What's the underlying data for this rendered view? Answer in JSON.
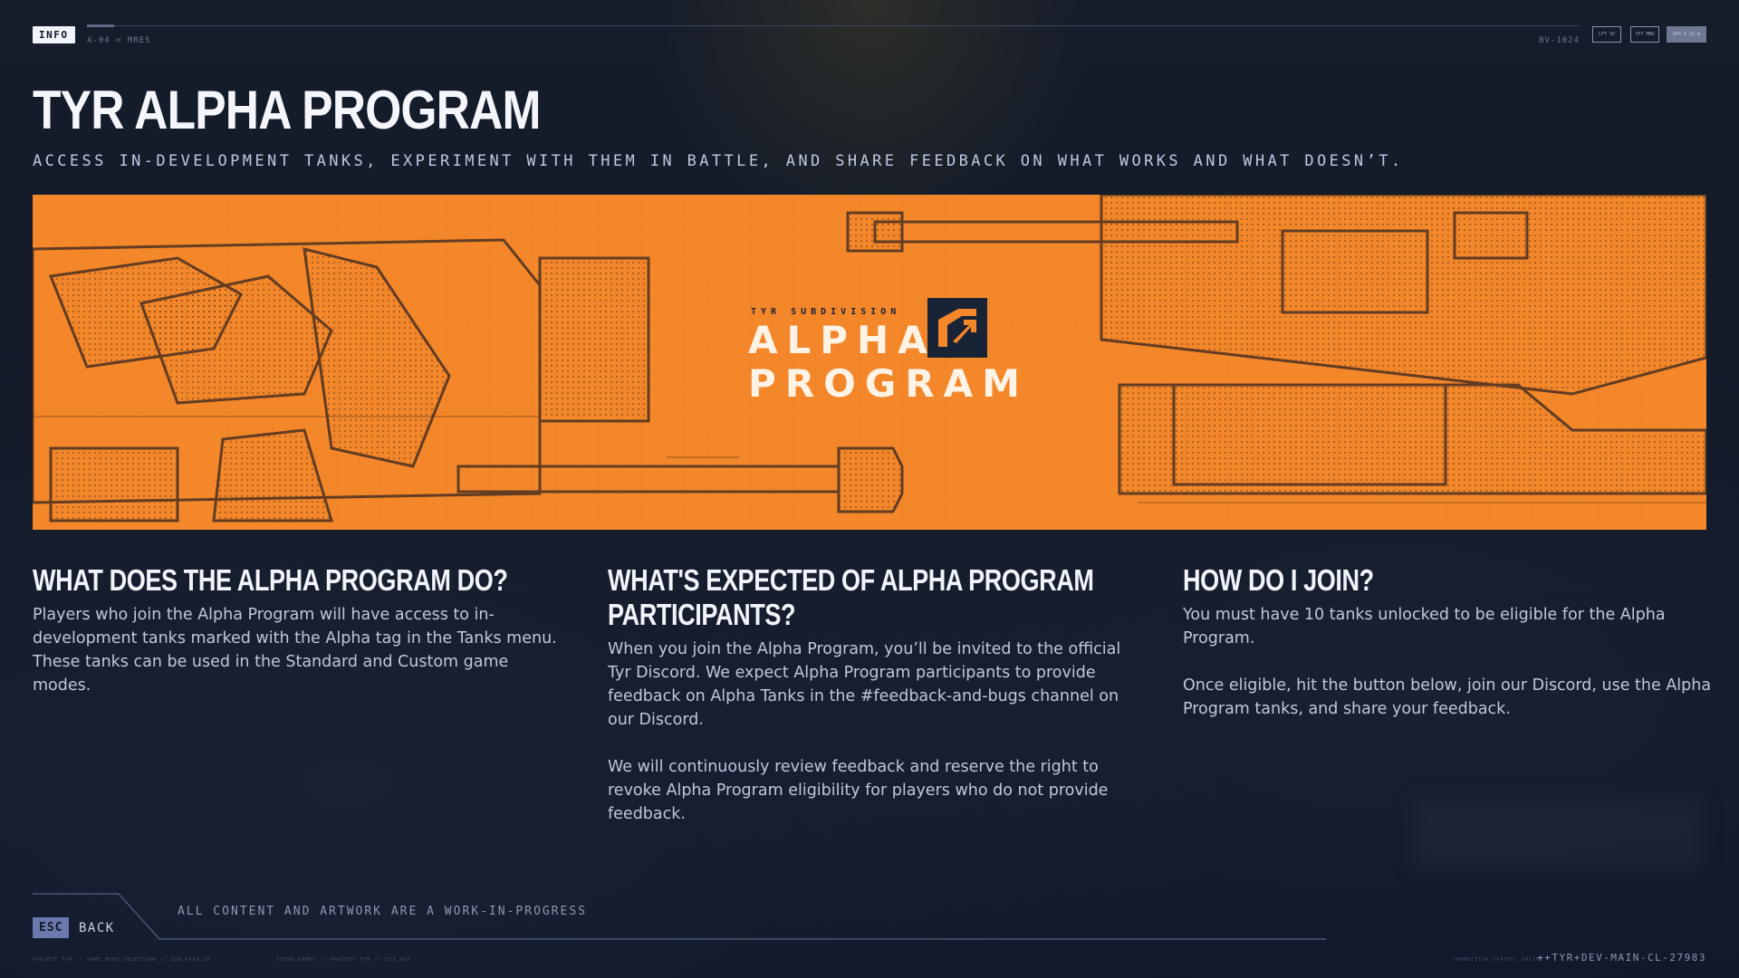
{
  "topbar": {
    "info_tag": "INFO",
    "breadcrumb": "X-04 < MRES",
    "build_id": "BV-1024",
    "btn1": "LFT SE",
    "btn2": "SFT MNU",
    "btn3": "GPS 0 22.4"
  },
  "page": {
    "title": "TYR ALPHA PROGRAM",
    "subtitle": "ACCESS IN-DEVELOPMENT TANKS, EXPERIMENT WITH THEM IN BATTLE, AND SHARE FEEDBACK ON WHAT WORKS AND WHAT DOESN’T."
  },
  "banner": {
    "subdivision": "TYR SUBDIVISION",
    "alpha": "ALPHA",
    "program": "PROGRAM"
  },
  "columns": [
    {
      "heading": "WHAT DOES THE ALPHA PROGRAM DO?",
      "paragraphs": [
        "Players who join the Alpha Program will have access to in-development tanks marked with the Alpha tag in the Tanks menu. These tanks can be used in the Standard and Custom game modes."
      ]
    },
    {
      "heading": "WHAT'S EXPECTED OF ALPHA PROGRAM PARTICIPANTS?",
      "paragraphs": [
        "When you join the Alpha Program, you’ll be invited to the official Tyr Discord. We expect Alpha Program participants to provide feedback on Alpha Tanks in the #feedback-and-bugs channel on our Discord.",
        "We will continuously review feedback and reserve the right to revoke Alpha Program eligibility for players who do not provide feedback."
      ]
    },
    {
      "heading": "HOW DO I JOIN?",
      "paragraphs": [
        "You must have 10 tanks unlocked to be eligible for the Alpha Program.",
        "Once eligible, hit the button below, join our Discord, use the Alpha Program tanks, and share your feedback."
      ]
    }
  ],
  "footer": {
    "wip_notice": "ALL CONTENT AND ARTWORK ARE A WORK-IN-PROGRESS",
    "esc_key": "ESC",
    "back_label": "BACK",
    "small_left": "PROJECT TYR -- GAME MODE SELECTION // 328.4889.28",
    "small_mid": "STORE GAMES // PROJECT TYR // 333.489",
    "connection": "CONNECTION STATUS: ONLINE",
    "build": "++TYR+DEV-MAIN-CL-27983"
  },
  "colors": {
    "banner_orange": "#f4872a",
    "banner_ink": "#1a2435",
    "background": "#111826",
    "esc_accent": "#6b78ad"
  }
}
